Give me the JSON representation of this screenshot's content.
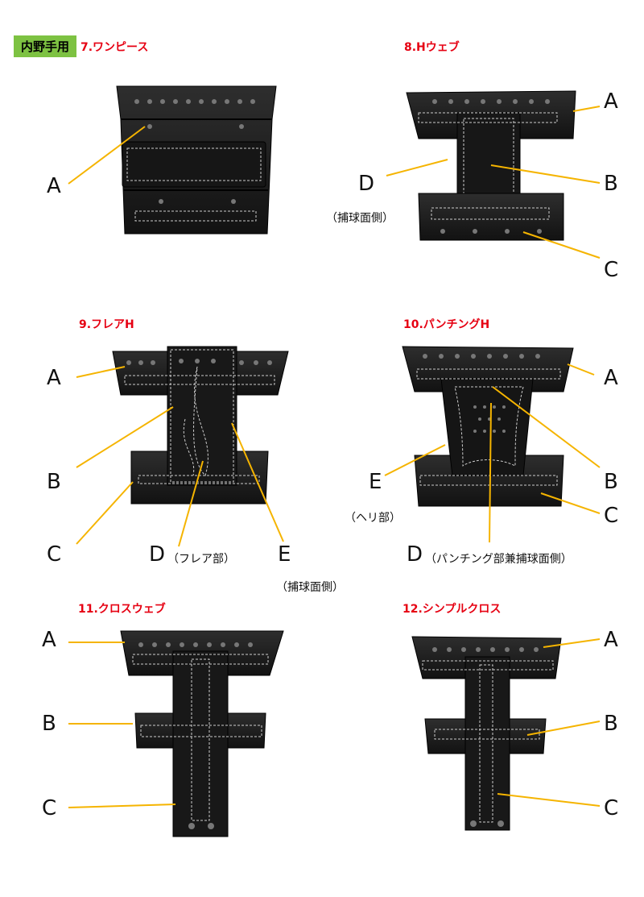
{
  "badge": "内野手用",
  "sections": [
    {
      "title": "7.ワンピース"
    },
    {
      "title": "8.Hウェブ"
    },
    {
      "title": "9.フレアH"
    },
    {
      "title": "10.パンチングH"
    },
    {
      "title": "11.クロスウェブ"
    },
    {
      "title": "12.シンプルクロス"
    }
  ],
  "labels": {
    "A": "A",
    "B": "B",
    "C": "C",
    "D": "D",
    "E": "E"
  },
  "notes": {
    "catch_side": "（捕球面側）",
    "flare_part": "（フレア部）",
    "edge_part": "（ヘリ部）",
    "punching_part": "（パンチング部兼捕球面側）"
  },
  "colors": {
    "accent": "#7dc242",
    "title": "#e60012",
    "arrow": "#f5b400",
    "leather": "#1c1c1c"
  }
}
